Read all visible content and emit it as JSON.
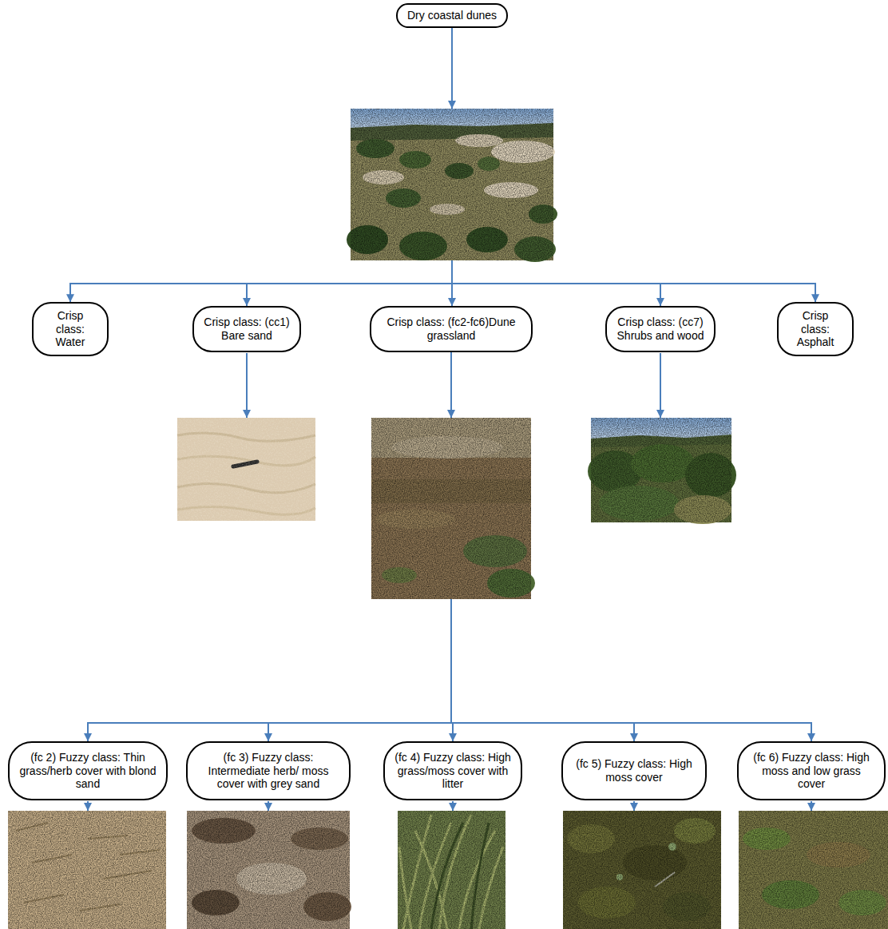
{
  "diagram": {
    "nodes": [
      {
        "text": [
          "Dry coastal dunes"
        ]
      },
      {
        "text": [
          "Crisp class: Water"
        ]
      },
      {
        "text": [
          "Crisp class: (cc1) Bare sand"
        ]
      },
      {
        "text": [
          "Crisp class: (fc2-fc6)Dune grassland"
        ]
      },
      {
        "text": [
          "Crisp class: (cc7) Shrubs and wood"
        ]
      },
      {
        "text": [
          "Crisp class: Asphalt"
        ]
      },
      {
        "text": [
          "(fc 2) Fuzzy class: Thin grass/herb cover with blond sand"
        ]
      },
      {
        "text": [
          "(fc 3) Fuzzy class: Intermediate herb/ moss cover with grey sand"
        ]
      },
      {
        "text": [
          "(fc 4) Fuzzy class: High grass/moss cover with litter"
        ]
      },
      {
        "text": [
          "(fc 5) Fuzzy class: High moss cover"
        ]
      },
      {
        "text": [
          "(fc 6) Fuzzy class: High moss and low grass cover"
        ]
      }
    ],
    "edges": [
      {
        "from": 0,
        "to": 1,
        "arrow": "to"
      },
      {
        "from": 0,
        "to": 2,
        "arrow": "to"
      },
      {
        "from": 0,
        "to": 3,
        "arrow": "to"
      },
      {
        "from": 0,
        "to": 4,
        "arrow": "to"
      },
      {
        "from": 0,
        "to": 5,
        "arrow": "to"
      },
      {
        "from": 3,
        "to": 6,
        "arrow": "to"
      },
      {
        "from": 3,
        "to": 7,
        "arrow": "to"
      },
      {
        "from": 3,
        "to": 8,
        "arrow": "to"
      },
      {
        "from": 3,
        "to": 9,
        "arrow": "to"
      },
      {
        "from": 3,
        "to": 10,
        "arrow": "to"
      }
    ]
  }
}
